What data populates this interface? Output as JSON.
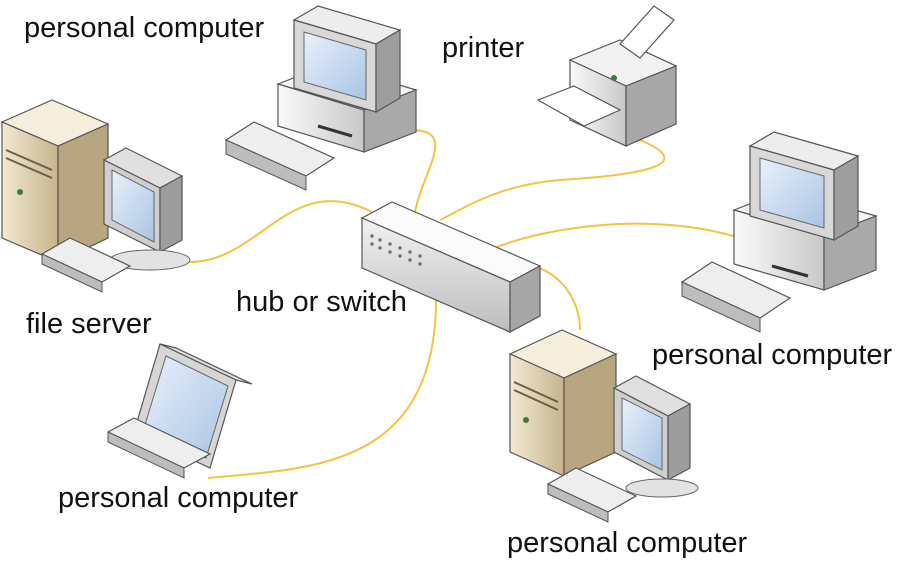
{
  "labels": {
    "pc_top": "personal computer",
    "printer": "printer",
    "file_server": "file server",
    "hub": "hub or switch",
    "pc_right": "personal computer",
    "pc_laptop": "personal computer",
    "pc_bottom": "personal computer"
  },
  "colors": {
    "cable": "#f5c242",
    "case_light": "#e6e6e6",
    "case_dark": "#9a9a9a",
    "server_beige": "#d9c9a6",
    "screen": "#cfe0f2"
  }
}
